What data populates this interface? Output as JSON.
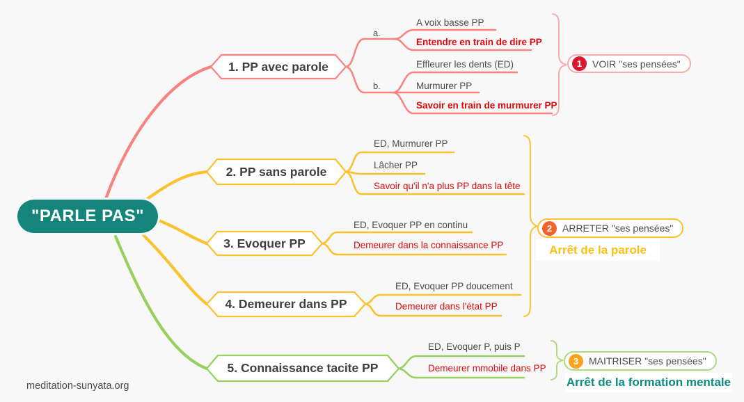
{
  "colors": {
    "bg": "#f8f8f8",
    "teal": "#15857b",
    "pink": "#f8837f",
    "pink-light": "#f9aba9",
    "yellow": "#fcc12e",
    "green": "#97d05f",
    "green-light": "#aeda82",
    "red": "#dc0a0c",
    "gray": "#4a4a4a",
    "title": "#3f3f3f",
    "badge1": "#d7182e",
    "badge2": "#f2622b",
    "badge3": "#f9a21d",
    "cap-yellow": "#fcbf13",
    "cap-teal": "#0f8a7e"
  },
  "root": {
    "label": "\"PARLE PAS\""
  },
  "branches": [
    {
      "label": "1. PP avec parole",
      "groups": [
        {
          "label": "a.",
          "leaves": [
            {
              "text": "A voix basse PP"
            },
            {
              "text": "Entendre en train de dire PP"
            }
          ]
        },
        {
          "label": "b.",
          "leaves": [
            {
              "text": "Effleurer les dents (ED)"
            },
            {
              "text": "Murmurer PP"
            },
            {
              "text": "Savoir en train de murmurer PP"
            }
          ]
        }
      ]
    },
    {
      "label": "2. PP sans parole",
      "leaves": [
        {
          "text": "ED, Murmurer PP"
        },
        {
          "text": "Lâcher PP"
        },
        {
          "text": "Savoir qu'il n'a plus PP dans la tête"
        }
      ]
    },
    {
      "label": "3. Evoquer PP",
      "leaves": [
        {
          "text": "ED, Evoquer PP en continu"
        },
        {
          "text": "Demeurer dans la connaissance PP"
        }
      ]
    },
    {
      "label": "4. Demeurer dans PP",
      "leaves": [
        {
          "text": "ED, Evoquer PP doucement"
        },
        {
          "text": "Demeurer dans l'état PP"
        }
      ]
    },
    {
      "label": "5. Connaissance tacite PP",
      "leaves": [
        {
          "text": "ED, Evoquer P, puis P"
        },
        {
          "text": "Demeurer mmobile dans PP"
        }
      ]
    }
  ],
  "callouts": [
    {
      "number": "1",
      "text": "VOIR \"ses pensées\""
    },
    {
      "number": "2",
      "text": "ARRETER \"ses pensées\"",
      "caption": "Arrêt de la parole"
    },
    {
      "number": "3",
      "text": "MAITRISER \"ses pensées\"",
      "caption": "Arrêt de la formation mentale"
    }
  ],
  "watermark": "meditation-sunyata.org"
}
